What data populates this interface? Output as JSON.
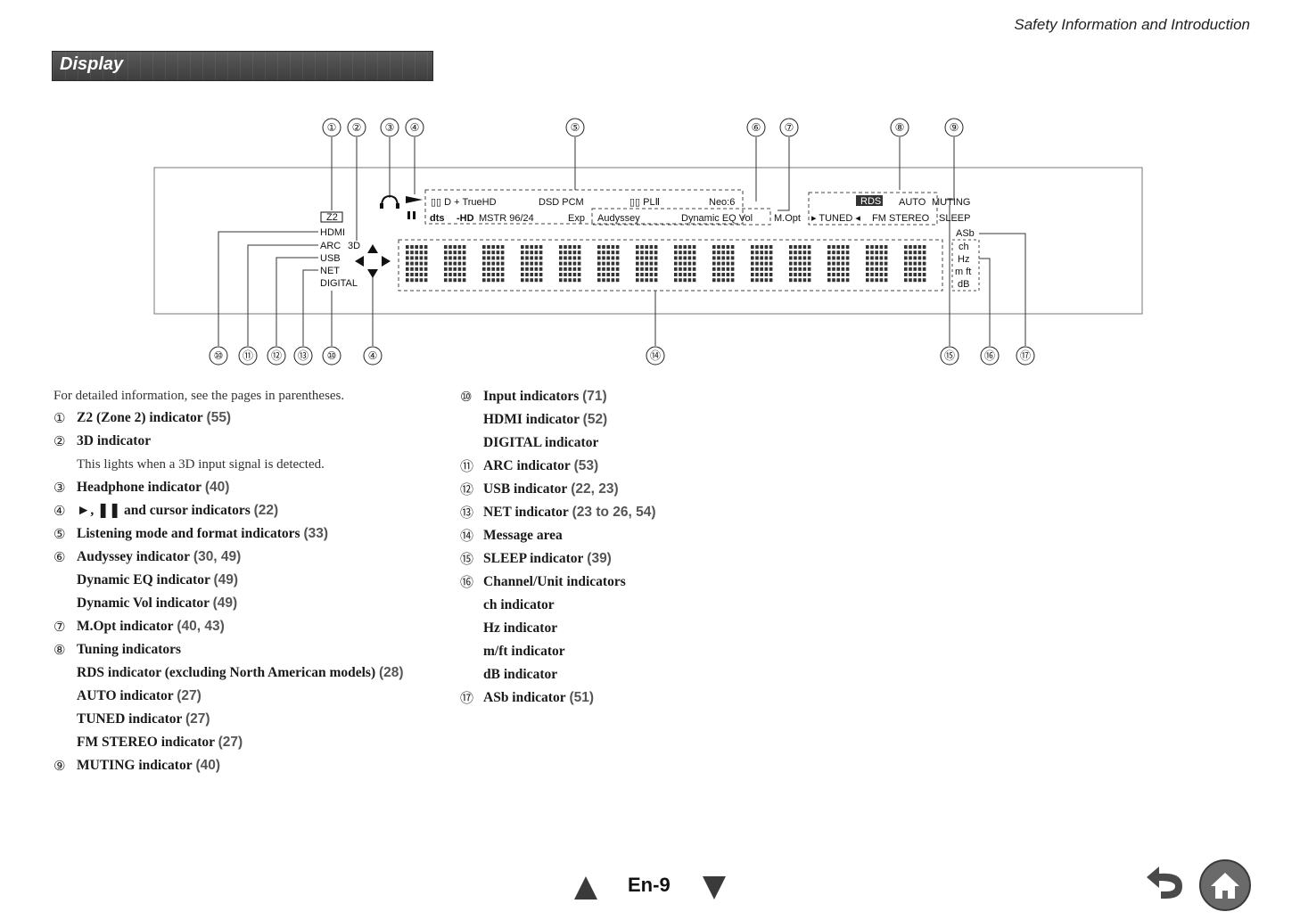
{
  "header": {
    "text": "Safety Information and Introduction"
  },
  "section": {
    "title": "Display"
  },
  "diagram": {
    "callouts_top": [
      "①",
      "②",
      "③",
      "④",
      "⑤",
      "⑥",
      "⑦",
      "⑧",
      "⑨"
    ],
    "callouts_bottom": [
      "⑩",
      "⑪",
      "⑫",
      "⑬",
      "⑩",
      "④",
      "⑭",
      "⑮",
      "⑯",
      "⑰"
    ],
    "labels": {
      "z2": "Z2",
      "hdmi": "HDMI",
      "arc": "ARC",
      "three_d": "3D",
      "usb": "USB",
      "net": "NET",
      "digital": "DIGITAL",
      "trueHD": "D + TrueHD",
      "dsd_pcm": "DSD PCM",
      "pl2": "PLⅡ",
      "neo6": "Neo:6",
      "dts": "dts",
      "hd": "-HD",
      "mstr": "MSTR 96/24",
      "exp": "Exp",
      "audyssey": "Audyssey",
      "dyn": "Dynamic EQ Vol",
      "mopt": "M.Opt",
      "rds": "RDS",
      "auto": "AUTO",
      "muting": "MUTING",
      "tuned": "TUNED",
      "fm_stereo": "FM STEREO",
      "sleep": "SLEEP",
      "asb": "ASb",
      "ch": "ch",
      "hz": "Hz",
      "mft": "m ft",
      "db": "dB"
    }
  },
  "intro": "For detailed information, see the pages in parentheses.",
  "left_items": [
    {
      "num": "①",
      "title": "Z2 (Zone 2) indicator",
      "ref": "(55)"
    },
    {
      "num": "②",
      "title": "3D indicator",
      "ref": "",
      "desc": "This lights when a 3D input signal is detected."
    },
    {
      "num": "③",
      "title": "Headphone indicator",
      "ref": "(40)"
    },
    {
      "num": "④",
      "title": "►, ❚❚ and cursor indicators",
      "ref": "(22)"
    },
    {
      "num": "⑤",
      "title": "Listening mode and format indicators",
      "ref": "(33)"
    },
    {
      "num": "⑥",
      "title": "Audyssey indicator",
      "ref": "(30, 49)",
      "subs": [
        {
          "t": "Dynamic EQ indicator",
          "r": "(49)"
        },
        {
          "t": "Dynamic Vol indicator",
          "r": "(49)"
        }
      ]
    },
    {
      "num": "⑦",
      "title": "M.Opt indicator",
      "ref": "(40, 43)"
    },
    {
      "num": "⑧",
      "title": "Tuning indicators",
      "ref": "",
      "subs": [
        {
          "t": "RDS indicator (excluding North American models)",
          "r": "(28)"
        },
        {
          "t": "AUTO indicator",
          "r": "(27)"
        },
        {
          "t": "TUNED indicator",
          "r": "(27)"
        },
        {
          "t": "FM STEREO indicator",
          "r": "(27)"
        }
      ]
    },
    {
      "num": "⑨",
      "title": "MUTING indicator",
      "ref": "(40)"
    }
  ],
  "right_items": [
    {
      "num": "⑩",
      "title": "Input indicators",
      "ref": "(71)",
      "subs": [
        {
          "t": "HDMI indicator",
          "r": "(52)"
        },
        {
          "t": "DIGITAL indicator",
          "r": ""
        }
      ]
    },
    {
      "num": "⑪",
      "title": "ARC indicator",
      "ref": "(53)"
    },
    {
      "num": "⑫",
      "title": "USB indicator",
      "ref": "(22, 23)"
    },
    {
      "num": "⑬",
      "title": "NET indicator",
      "ref": "(23 to 26, 54)"
    },
    {
      "num": "⑭",
      "title": "Message area",
      "ref": ""
    },
    {
      "num": "⑮",
      "title": "SLEEP indicator",
      "ref": "(39)"
    },
    {
      "num": "⑯",
      "title": "Channel/Unit indicators",
      "ref": "",
      "subs": [
        {
          "t": "ch indicator",
          "r": ""
        },
        {
          "t": "Hz indicator",
          "r": ""
        },
        {
          "t": "m/ft indicator",
          "r": ""
        },
        {
          "t": "dB indicator",
          "r": ""
        }
      ]
    },
    {
      "num": "⑰",
      "title": "ASb indicator",
      "ref": "(51)"
    }
  ],
  "footer": {
    "page": "En-9"
  },
  "nav": {
    "prev_icon": "triangle-up-icon",
    "next_icon": "triangle-down-icon",
    "back_icon": "back-arrow-icon",
    "home_icon": "home-icon"
  }
}
